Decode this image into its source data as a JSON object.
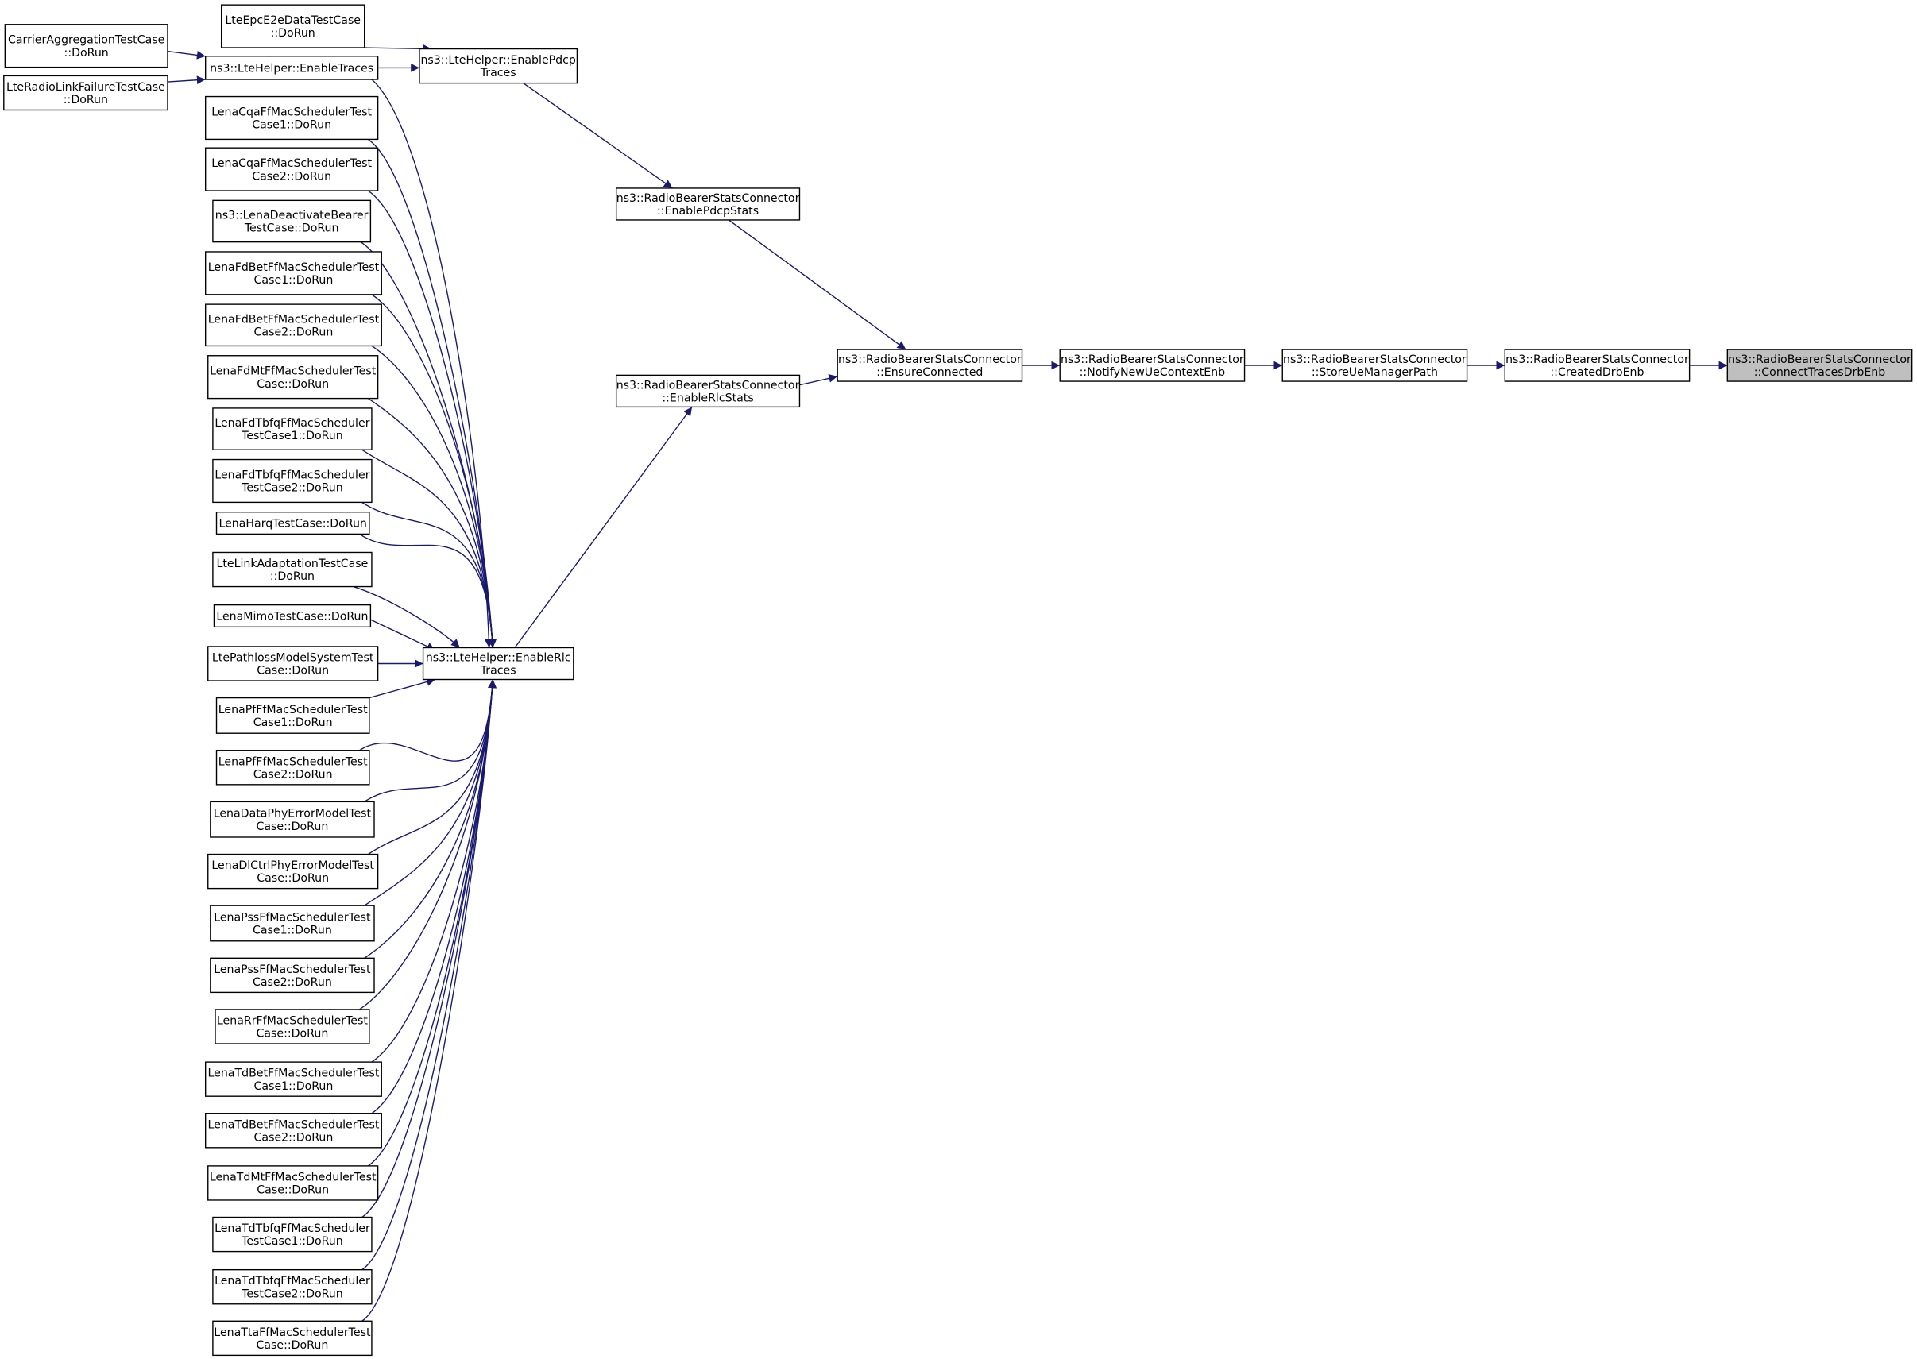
{
  "graph": {
    "type": "caller-graph",
    "edge_color": "#191970",
    "current_node_fill": "#bfbfbf",
    "node_fill": "#ffffff"
  },
  "nodes": [
    {
      "id": "connect",
      "lines": [
        "ns3::RadioBearerStatsConnector",
        "::ConnectTracesDrbEnb"
      ],
      "current": true
    },
    {
      "id": "created",
      "lines": [
        "ns3::RadioBearerStatsConnector",
        "::CreatedDrbEnb"
      ]
    },
    {
      "id": "store",
      "lines": [
        "ns3::RadioBearerStatsConnector",
        "::StoreUeManagerPath"
      ]
    },
    {
      "id": "notify",
      "lines": [
        "ns3::RadioBearerStatsConnector",
        "::NotifyNewUeContextEnb"
      ]
    },
    {
      "id": "ensure",
      "lines": [
        "ns3::RadioBearerStatsConnector",
        "::EnsureConnected"
      ]
    },
    {
      "id": "pdcpStats",
      "lines": [
        "ns3::RadioBearerStatsConnector",
        "::EnablePdcpStats"
      ]
    },
    {
      "id": "rlcStats",
      "lines": [
        "ns3::RadioBearerStatsConnector",
        "::EnableRlcStats"
      ]
    },
    {
      "id": "enablePdcp",
      "lines": [
        "ns3::LteHelper::EnablePdcp",
        "Traces"
      ]
    },
    {
      "id": "enableRlc",
      "lines": [
        "ns3::LteHelper::EnableRlc",
        "Traces"
      ]
    },
    {
      "id": "enableTraces",
      "lines": [
        "ns3::LteHelper::EnableTraces"
      ]
    },
    {
      "id": "epce2e",
      "lines": [
        "LteEpcE2eDataTestCase",
        "::DoRun"
      ]
    },
    {
      "id": "carrier",
      "lines": [
        "CarrierAggregationTestCase",
        "::DoRun"
      ]
    },
    {
      "id": "rlf",
      "lines": [
        "LteRadioLinkFailureTestCase",
        "::DoRun"
      ]
    },
    {
      "id": "cqa1",
      "lines": [
        "LenaCqaFfMacSchedulerTest",
        "Case1::DoRun"
      ]
    },
    {
      "id": "cqa2",
      "lines": [
        "LenaCqaFfMacSchedulerTest",
        "Case2::DoRun"
      ]
    },
    {
      "id": "deact",
      "lines": [
        "ns3::LenaDeactivateBearer",
        "TestCase::DoRun"
      ]
    },
    {
      "id": "fdbet1",
      "lines": [
        "LenaFdBetFfMacSchedulerTest",
        "Case1::DoRun"
      ]
    },
    {
      "id": "fdbet2",
      "lines": [
        "LenaFdBetFfMacSchedulerTest",
        "Case2::DoRun"
      ]
    },
    {
      "id": "fdmt",
      "lines": [
        "LenaFdMtFfMacSchedulerTest",
        "Case::DoRun"
      ]
    },
    {
      "id": "fdtbfq1",
      "lines": [
        "LenaFdTbfqFfMacScheduler",
        "TestCase1::DoRun"
      ]
    },
    {
      "id": "fdtbfq2",
      "lines": [
        "LenaFdTbfqFfMacScheduler",
        "TestCase2::DoRun"
      ]
    },
    {
      "id": "harq",
      "lines": [
        "LenaHarqTestCase::DoRun"
      ]
    },
    {
      "id": "linkad",
      "lines": [
        "LteLinkAdaptationTestCase",
        "::DoRun"
      ]
    },
    {
      "id": "mimo",
      "lines": [
        "LenaMimoTestCase::DoRun"
      ]
    },
    {
      "id": "pathloss",
      "lines": [
        "LtePathlossModelSystemTest",
        "Case::DoRun"
      ]
    },
    {
      "id": "pf1",
      "lines": [
        "LenaPfFfMacSchedulerTest",
        "Case1::DoRun"
      ]
    },
    {
      "id": "pf2",
      "lines": [
        "LenaPfFfMacSchedulerTest",
        "Case2::DoRun"
      ]
    },
    {
      "id": "dataphy",
      "lines": [
        "LenaDataPhyErrorModelTest",
        "Case::DoRun"
      ]
    },
    {
      "id": "dlctrl",
      "lines": [
        "LenaDlCtrlPhyErrorModelTest",
        "Case::DoRun"
      ]
    },
    {
      "id": "pss1",
      "lines": [
        "LenaPssFfMacSchedulerTest",
        "Case1::DoRun"
      ]
    },
    {
      "id": "pss2",
      "lines": [
        "LenaPssFfMacSchedulerTest",
        "Case2::DoRun"
      ]
    },
    {
      "id": "rr",
      "lines": [
        "LenaRrFfMacSchedulerTest",
        "Case::DoRun"
      ]
    },
    {
      "id": "tdbet1",
      "lines": [
        "LenaTdBetFfMacSchedulerTest",
        "Case1::DoRun"
      ]
    },
    {
      "id": "tdbet2",
      "lines": [
        "LenaTdBetFfMacSchedulerTest",
        "Case2::DoRun"
      ]
    },
    {
      "id": "tdmt",
      "lines": [
        "LenaTdMtFfMacSchedulerTest",
        "Case::DoRun"
      ]
    },
    {
      "id": "tdtbfq1",
      "lines": [
        "LenaTdTbfqFfMacScheduler",
        "TestCase1::DoRun"
      ]
    },
    {
      "id": "tdtbfq2",
      "lines": [
        "LenaTdTbfqFfMacScheduler",
        "TestCase2::DoRun"
      ]
    },
    {
      "id": "tta",
      "lines": [
        "LenaTtaFfMacSchedulerTest",
        "Case::DoRun"
      ]
    }
  ],
  "edges": [
    {
      "from": "created",
      "to": "connect"
    },
    {
      "from": "store",
      "to": "created"
    },
    {
      "from": "notify",
      "to": "store"
    },
    {
      "from": "ensure",
      "to": "notify"
    },
    {
      "from": "pdcpStats",
      "to": "ensure"
    },
    {
      "from": "rlcStats",
      "to": "ensure"
    },
    {
      "from": "enablePdcp",
      "to": "pdcpStats"
    },
    {
      "from": "enableRlc",
      "to": "rlcStats"
    },
    {
      "from": "enableTraces",
      "to": "enablePdcp"
    },
    {
      "from": "epce2e",
      "to": "enablePdcp"
    },
    {
      "from": "enableTraces",
      "to": "enableRlc"
    },
    {
      "from": "carrier",
      "to": "enableTraces"
    },
    {
      "from": "rlf",
      "to": "enableTraces"
    },
    {
      "from": "cqa1",
      "to": "enableRlc"
    },
    {
      "from": "cqa2",
      "to": "enableRlc"
    },
    {
      "from": "deact",
      "to": "enableRlc"
    },
    {
      "from": "fdbet1",
      "to": "enableRlc"
    },
    {
      "from": "fdbet2",
      "to": "enableRlc"
    },
    {
      "from": "fdmt",
      "to": "enableRlc"
    },
    {
      "from": "fdtbfq1",
      "to": "enableRlc"
    },
    {
      "from": "fdtbfq2",
      "to": "enableRlc"
    },
    {
      "from": "harq",
      "to": "enableRlc"
    },
    {
      "from": "linkad",
      "to": "enableRlc"
    },
    {
      "from": "mimo",
      "to": "enableRlc"
    },
    {
      "from": "pathloss",
      "to": "enableRlc"
    },
    {
      "from": "pf1",
      "to": "enableRlc"
    },
    {
      "from": "pf2",
      "to": "enableRlc"
    },
    {
      "from": "dataphy",
      "to": "enableRlc"
    },
    {
      "from": "dlctrl",
      "to": "enableRlc"
    },
    {
      "from": "pss1",
      "to": "enableRlc"
    },
    {
      "from": "pss2",
      "to": "enableRlc"
    },
    {
      "from": "rr",
      "to": "enableRlc"
    },
    {
      "from": "tdbet1",
      "to": "enableRlc"
    },
    {
      "from": "tdbet2",
      "to": "enableRlc"
    },
    {
      "from": "tdmt",
      "to": "enableRlc"
    },
    {
      "from": "tdtbfq1",
      "to": "enableRlc"
    },
    {
      "from": "tdtbfq2",
      "to": "enableRlc"
    },
    {
      "from": "tta",
      "to": "enableRlc"
    }
  ]
}
